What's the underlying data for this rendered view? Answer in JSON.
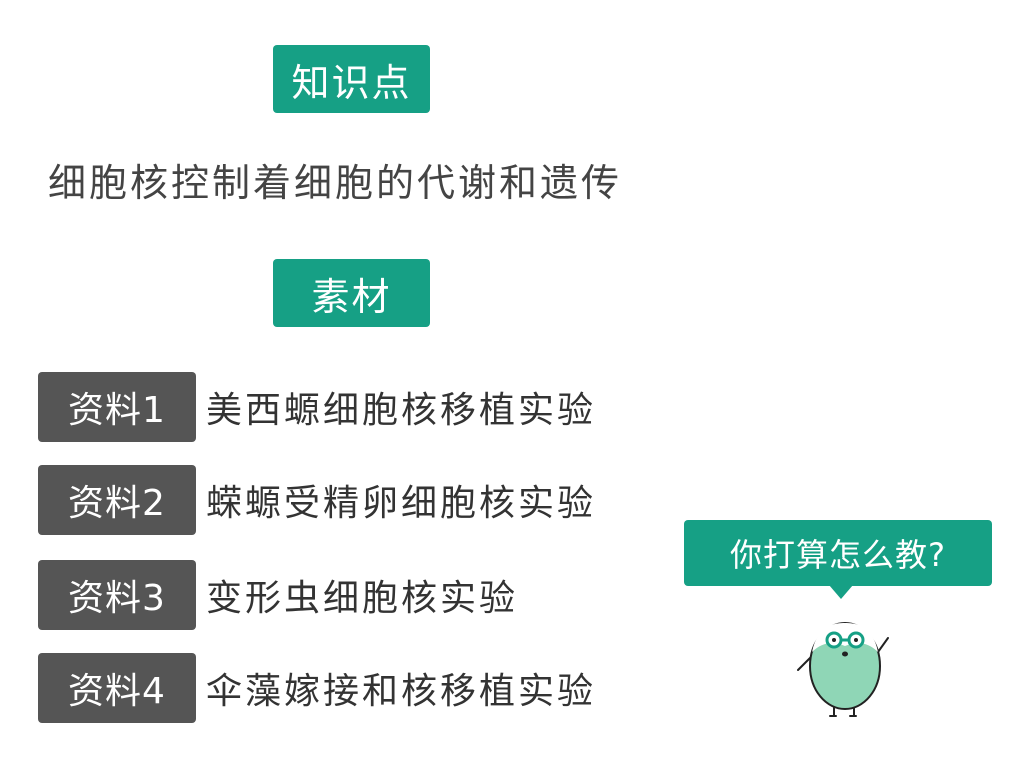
{
  "knowledge": {
    "tag": "知识点",
    "text": "细胞核控制着细胞的代谢和遗传"
  },
  "material": {
    "tag": "素材"
  },
  "resources": [
    {
      "tag": "资料1",
      "text": "美西螈细胞核移植实验"
    },
    {
      "tag": "资料2",
      "text": "蝾螈受精卵细胞核实验"
    },
    {
      "tag": "资料3",
      "text": "变形虫细胞核实验"
    },
    {
      "tag": "资料4",
      "text": "伞藻嫁接和核移植实验"
    }
  ],
  "bubble": {
    "text": "你打算怎么教?"
  },
  "colors": {
    "accent_green": "#16a085",
    "tag_gray": "#555555",
    "mascot_body": "#8fd6b6"
  },
  "icons": {
    "mascot": "egg-character-with-glasses-icon"
  }
}
